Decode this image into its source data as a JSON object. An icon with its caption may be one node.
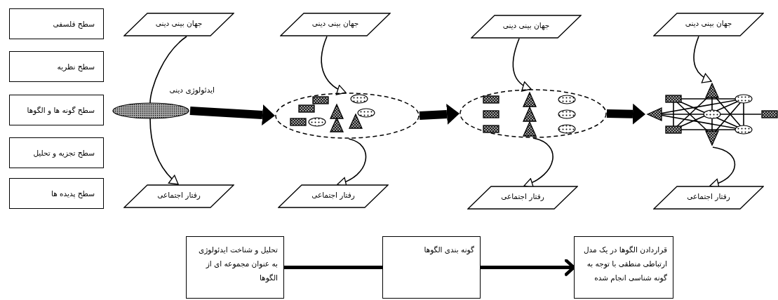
{
  "diagram": {
    "nodes": [
      {
        "text": [
          "سطح فلسفی"
        ]
      },
      {
        "text": [
          "سطح نظریه"
        ]
      },
      {
        "text": [
          "سطح گونه ها و الگوها"
        ]
      },
      {
        "text": [
          "سطح تجزیه و تحلیل"
        ]
      },
      {
        "text": [
          "سطح پدیده ها"
        ]
      },
      {
        "text": [
          "جهان بینی دینی"
        ]
      },
      {
        "text": [
          "ایدئولوژی دینی"
        ]
      },
      {
        "text": [
          "رفتار اجتماعی"
        ]
      },
      {
        "text": [
          "جهان بینی دینی"
        ]
      },
      {
        "text": [],
        "shape": "ellipse"
      },
      {
        "text": [
          "رفتار اجتماعی"
        ]
      },
      {
        "text": [
          "جهان بینی دینی"
        ]
      },
      {
        "text": [],
        "shape": "ellipse"
      },
      {
        "text": [
          "رفتار اجتماعی"
        ]
      },
      {
        "text": [
          "جهان بینی دینی"
        ]
      },
      {
        "text": [],
        "shape": "network"
      },
      {
        "text": [
          "رفتار اجتماعی"
        ]
      },
      {
        "text": [
          "تحلیل و شناخت ایدئولوژی به عنوان مجموعه ای از الگوها"
        ]
      },
      {
        "text": [
          "گونه بندی الگوها"
        ]
      },
      {
        "text": [
          "قراردادن الگوها در یک مدل ارتباطی منطقی با توجه به گونه شناسی انجام شده"
        ]
      }
    ],
    "edges": [
      {
        "from": 5,
        "to": 6,
        "arrow": "none"
      },
      {
        "from": 6,
        "to": 7,
        "arrow": "to"
      },
      {
        "from": 8,
        "to": 9,
        "arrow": "to"
      },
      {
        "from": 9,
        "to": 10,
        "arrow": "to"
      },
      {
        "from": 11,
        "to": 12,
        "arrow": "to"
      },
      {
        "from": 12,
        "to": 13,
        "arrow": "to"
      },
      {
        "from": 14,
        "to": 15,
        "arrow": "to"
      },
      {
        "from": 15,
        "to": 16,
        "arrow": "to"
      },
      {
        "from": 6,
        "to": 9,
        "arrow": "to",
        "style": "thick"
      },
      {
        "from": 9,
        "to": 12,
        "arrow": "to",
        "style": "thick"
      },
      {
        "from": 12,
        "to": 15,
        "arrow": "to",
        "style": "thick"
      },
      {
        "from": 17,
        "to": 18,
        "arrow": "none",
        "style": "thick"
      },
      {
        "from": 18,
        "to": 19,
        "arrow": "to",
        "style": "thick"
      }
    ]
  }
}
